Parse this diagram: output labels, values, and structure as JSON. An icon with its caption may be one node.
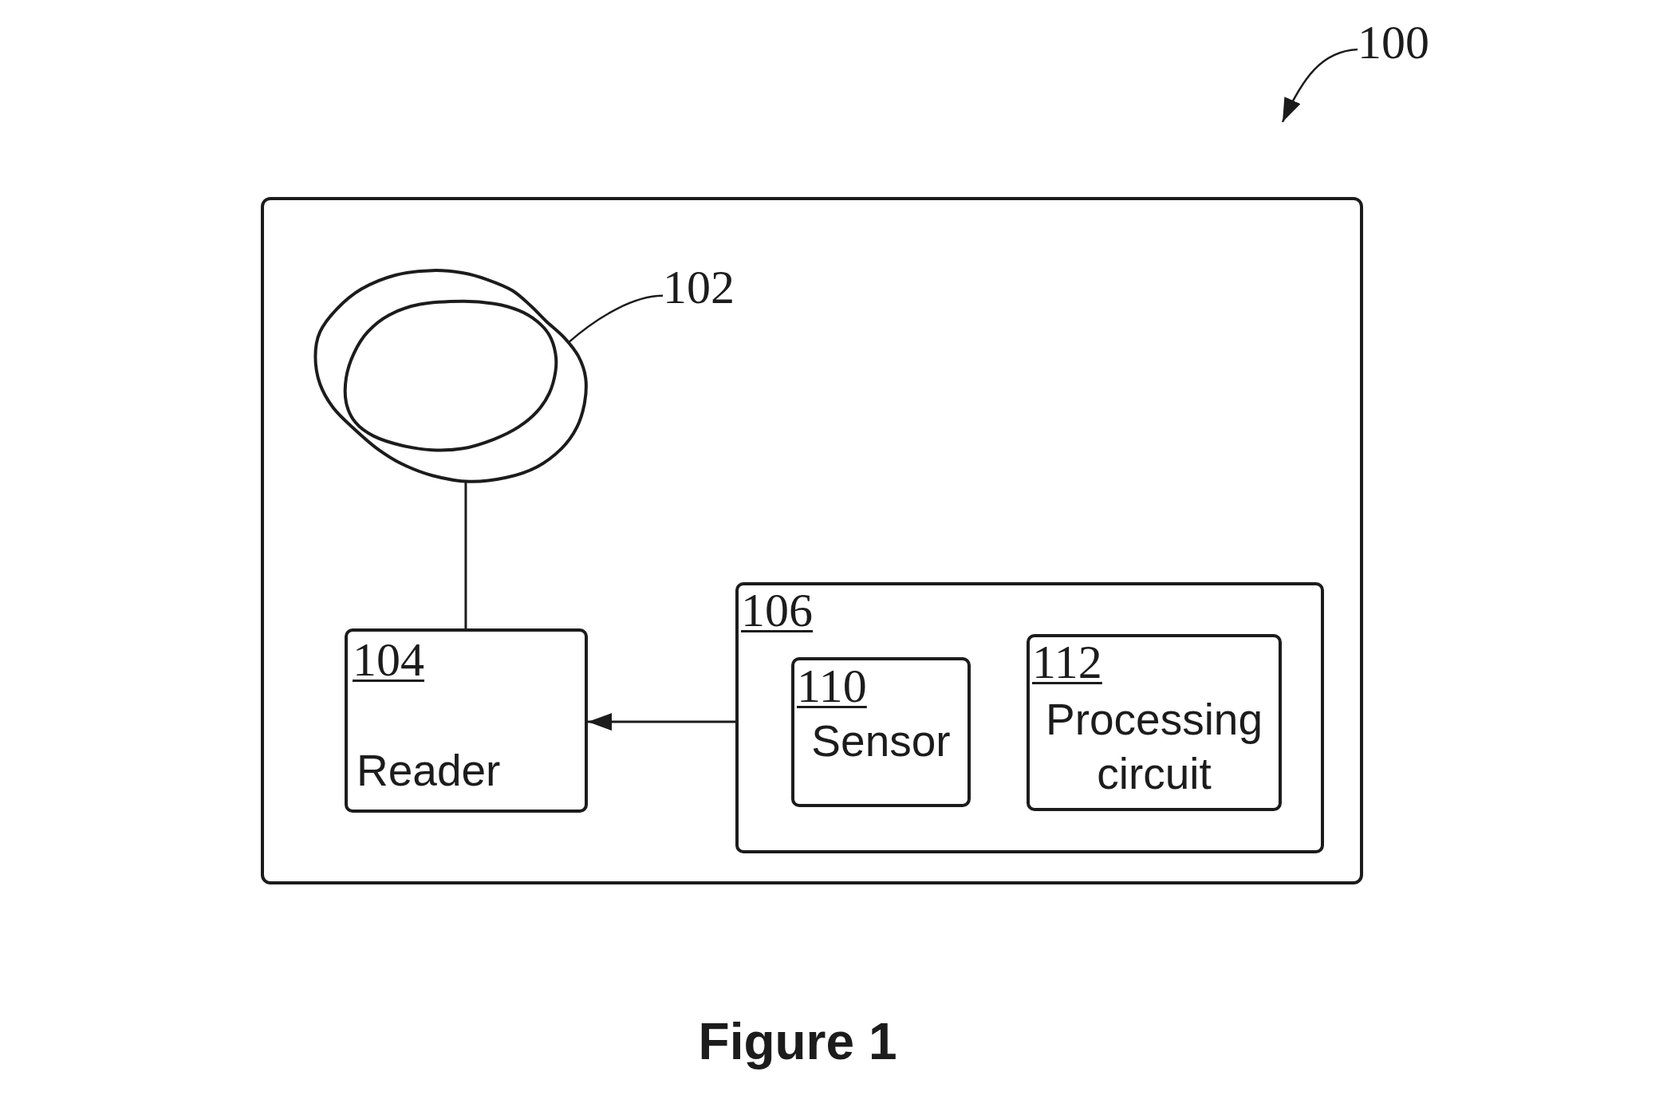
{
  "diagram": {
    "caption": "Figure 1",
    "nodes": [
      {
        "text": [
          "100"
        ]
      },
      {
        "text": [],
        "shape": "box"
      },
      {
        "text": [],
        "shape": "picture",
        "in": 1
      },
      {
        "text": [
          "102"
        ],
        "in": 1
      },
      {
        "text": [
          "104",
          "Reader"
        ],
        "in": 1
      },
      {
        "text": [
          "106"
        ],
        "in": 1
      },
      {
        "text": [
          "110",
          "Sensor"
        ],
        "in": 5
      },
      {
        "text": [
          "112",
          "Processing circuit"
        ],
        "in": 5
      }
    ],
    "edges": [
      {
        "from": 0,
        "to": null,
        "arrow": "to"
      },
      {
        "from": 3,
        "to": 2,
        "arrow": "none"
      },
      {
        "from": 2,
        "to": 4,
        "arrow": "none"
      },
      {
        "from": 5,
        "to": 4,
        "arrow": "to"
      }
    ]
  }
}
